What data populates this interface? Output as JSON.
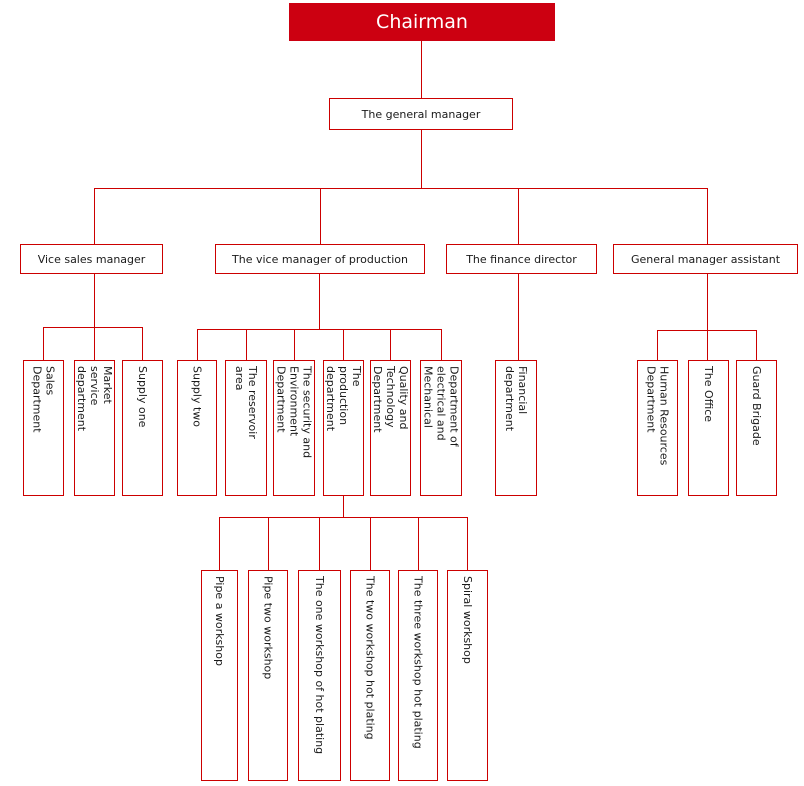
{
  "colors": {
    "chairman_fill": "#CC0011",
    "chairman_text": "#FFFFFF",
    "box_border": "#CC0000",
    "connector_line": "#CC0000",
    "text": "#1A1A1A",
    "background": "#FFFFFF"
  },
  "nodes": {
    "chairman": "Chairman",
    "general_manager": "The general manager",
    "vice_sales_manager": "Vice sales manager",
    "vice_production_manager": "The vice manager of production",
    "finance_director": "The finance director",
    "gm_assistant": "General manager assistant",
    "sales_department": "Sales\nDepartment",
    "market_service_department": "Market\nservice\ndepartment",
    "supply_one": "Supply one",
    "supply_two": "Supply two",
    "reservoir_area": "The reservoir\narea",
    "security_environment_department": "The security and\nEnvironment\nDepartment",
    "production_department": "The\nproduction\ndepartment",
    "quality_technology_department": "Quality and\nTechnology\nDepartment",
    "electrical_mechanical_department": "Department of\nelectrical and\nMechanical",
    "financial_department": "Financial\ndepartment",
    "human_resources_department": "Human Resources\nDepartment",
    "the_office": "The Office",
    "guard_brigade": "Guard Brigade",
    "pipe_a_workshop": "Pipe a workshop",
    "pipe_two_workshop": "Pipe two workshop",
    "one_workshop_hot_plating": "The one workshop of hot plating",
    "two_workshop_hot_plating": "The two workshop hot plating",
    "three_workshop_hot_plating": "The three workshop hot plating",
    "spiral_workshop": "Spiral workshop"
  },
  "structure": {
    "Chairman": [
      "The general manager"
    ],
    "The general manager": [
      "Vice sales manager",
      "The vice manager of production",
      "The finance director",
      "General manager assistant"
    ],
    "Vice sales manager": [
      "Sales Department",
      "Market service department",
      "Supply one"
    ],
    "The vice manager of production": [
      "Supply two",
      "The reservoir area",
      "The security and Environment Department",
      "The production department",
      "Quality and Technology Department",
      "Department of electrical and Mechanical"
    ],
    "The finance director": [
      "Financial department"
    ],
    "General manager assistant": [
      "Human Resources Department",
      "The Office",
      "Guard Brigade"
    ],
    "The production department": [
      "Pipe a workshop",
      "Pipe two workshop",
      "The one workshop of hot plating",
      "The two workshop hot plating",
      "The three workshop hot plating",
      "Spiral workshop"
    ]
  }
}
